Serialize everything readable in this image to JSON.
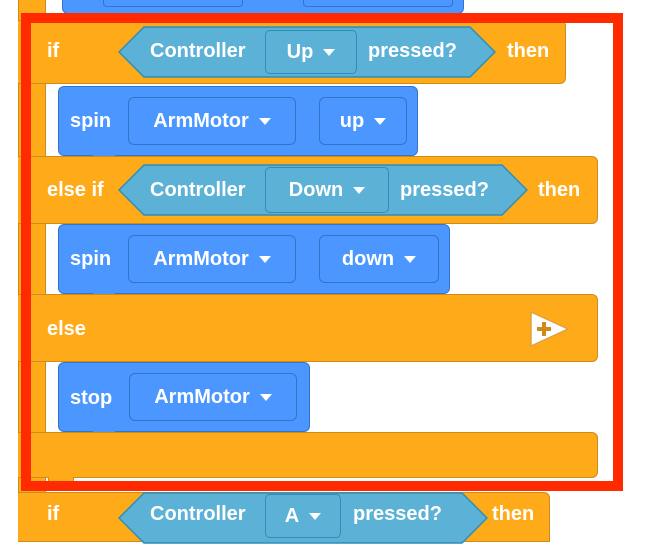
{
  "blocks": {
    "if1": {
      "keyword": "if",
      "sensor": "Controller",
      "button": "Up",
      "suffix": "pressed?",
      "then": "then",
      "body": {
        "action": "spin",
        "motor": "ArmMotor",
        "direction": "up"
      }
    },
    "elseif": {
      "keyword": "else if",
      "sensor": "Controller",
      "button": "Down",
      "suffix": "pressed?",
      "then": "then",
      "body": {
        "action": "spin",
        "motor": "ArmMotor",
        "direction": "down"
      }
    },
    "else": {
      "keyword": "else",
      "plus": "+",
      "body": {
        "action": "stop",
        "motor": "ArmMotor"
      }
    },
    "if2": {
      "keyword": "if",
      "sensor": "Controller",
      "button": "A",
      "suffix": "pressed?",
      "then": "then"
    }
  },
  "colors": {
    "control": "#ffab19",
    "motion": "#4c97ff",
    "sensing": "#5cb1d6",
    "highlight": "#ff2a00"
  }
}
